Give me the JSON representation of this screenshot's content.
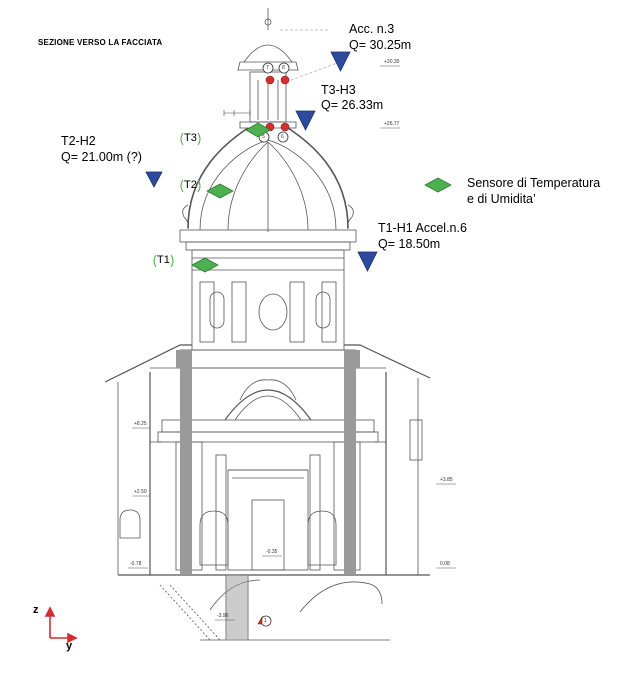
{
  "title": "SEZIONE VERSO LA FACCIATA",
  "legend": {
    "line1": "Sensore di Temperatura",
    "line2": "e di Umidita’",
    "color": "#4caf50"
  },
  "instruments": [
    {
      "id": "acc3",
      "line1": "Acc. n.3",
      "line2": "Q= 30.25m",
      "marker": "triangle-down",
      "color": "#2e4a9e"
    },
    {
      "id": "t3h3",
      "line1": "T3-H3",
      "line2": "Q= 26.33m",
      "marker": "triangle-down",
      "color": "#2e4a9e"
    },
    {
      "id": "t2h2",
      "line1": "T2-H2",
      "line2": "Q= 21.00m  (?)",
      "marker": "triangle-down",
      "color": "#2e4a9e"
    },
    {
      "id": "t1h1",
      "line1": "T1-H1  Accel.n.6",
      "line2": "Q= 18.50m",
      "marker": "triangle-down",
      "color": "#2e4a9e"
    }
  ],
  "sensor_tags": [
    "T3",
    "T2",
    "T1"
  ],
  "level_marks": [
    "+30.30",
    "+26.77",
    "+8.25",
    "+3.85",
    "+2.50",
    "-0.35",
    "-0.78",
    "0.08",
    "-3.96"
  ],
  "node_numbers": [
    "7",
    "8",
    "5",
    "6",
    "1"
  ],
  "axes": {
    "z": "z",
    "y": "y",
    "color": "#d32f2f"
  },
  "colors": {
    "drawing": "#555555",
    "accent_red": "#d32f2f",
    "sensor_green": "#4caf50",
    "accel_blue": "#2e4a9e"
  }
}
